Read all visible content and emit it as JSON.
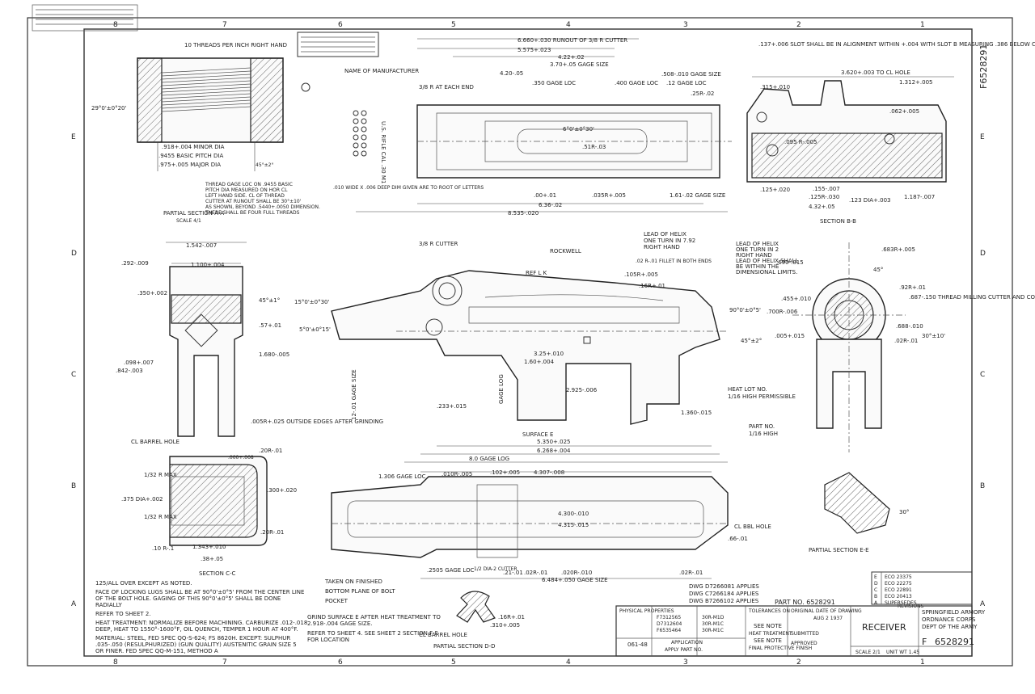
{
  "drawing": {
    "number": "F6528291",
    "title": "RECEIVER",
    "organization": [
      "SPRINGFIELD ARMORY",
      "ORDNANCE CORPS",
      "DEPT OF THE ARMY"
    ],
    "part_no_label": "PART NO. 6528291",
    "tb_number": "6528291",
    "tb_size": "F",
    "tb_scale": "SCALE 2/1",
    "tb_unit_wt": "UNIT WT 1.45"
  },
  "zones": {
    "columns": [
      "8",
      "7",
      "6",
      "5",
      "4",
      "3",
      "2",
      "1"
    ],
    "rows": [
      "E",
      "D",
      "C",
      "B",
      "A"
    ]
  },
  "sections": {
    "aa": [
      "PARTIAL SECTION A-A",
      "SCALE 4/1"
    ],
    "bb": "SECTION B-B",
    "cc": "SECTION C-C",
    "dd": "PARTIAL SECTION D-D",
    "ee": "PARTIAL SECTION E-E"
  },
  "thread_notes": {
    "tpi": "10 THREADS PER INCH RIGHT HAND",
    "minor": ".918+.004 MINOR DIA",
    "pitch": ".9455 BASIC PITCH DIA",
    "major": ".975+.005 MAJOR DIA",
    "angle": "29°0'±0°20'",
    "angle2": "45°±2°",
    "gage": [
      "THREAD GAGE LOC ON .9455 BASIC",
      "PITCH DIA MEASURED ON HOR CL",
      "LEFT HAND SIDE. CL OF THREAD",
      "CUTTER AT RUNOUT SHALL BE 30°±10'",
      "AS SHOWN, BEYOND .5440+.0050 DIMENSION.",
      "THERE SHALL BE FOUR FULL THREADS"
    ]
  },
  "top_view": {
    "d1": "6.660+.030 RUNOUT OF 3/8 R CUTTER",
    "d2": "5.575+.023",
    "d3": "4.22+.02",
    "d4": "3.70+.05 GAGE SIZE",
    "d5": "4.20-.05",
    "d6": ".350 GAGE LOC",
    "d7": ".400 GAGE LOC",
    "d8": ".12 GAGE LOC",
    "d9": ".508-.010 GAGE SIZE",
    "d10": ".25R-.02",
    "d11": "6°0'±0°30'",
    "d12": ".51R-.03",
    "d13": ".00+.01",
    "d14": ".035R+.005",
    "d15": "1.61-.02 GAGE SIZE",
    "d16": "6.36-.02",
    "d17": "8.535-.020",
    "mfr": "NAME OF MANUFACTURER",
    "letters": ".010 WIDE X .006 DEEP DIM GIVEN ARE TO ROOT OF LETTERS",
    "usrifle": "U.S. RIFLE CAL .30 M1",
    "eachend": "3/8 R AT EACH END"
  },
  "bb_view": {
    "d1": ".137+.006 SLOT SHALL BE IN ALIGNMENT WITHIN +.004 WITH SLOT B MEASURING .386 BELOW CL C",
    "d2": "3.620+.003 TO CL HOLE",
    "d3": ".315+.010",
    "d4": "1.312+.005",
    "d5": ".062+.005",
    "d6": ".095 R-.005",
    "d7": ".155-.007",
    "d8": ".125R-.030",
    "d9": ".123 DIA+.003",
    "d10": "1.187-.007",
    "d11": "4.32+.05",
    "d12": ".125+.020"
  },
  "main_view": {
    "cutter": "3/8 R CUTTER",
    "rockwell": "ROCKWELL",
    "lead1": [
      "LEAD OF HELIX",
      "ONE TURN IN 7.92",
      "RIGHT HAND"
    ],
    "fillet": ".02 R-.01 FILLET IN BOTH ENDS",
    "r105": ".105R+.005",
    "r16": ".16R+.01",
    "ref": "REF L K",
    "d1": "3.25+.010",
    "d2": "1.60+.004",
    "d3": "2.925-.006",
    "d4": "1.360-.015",
    "d5": "5.350+.025",
    "d6": "6.268+.004",
    "d7": "8.0 GAGE LOG",
    "d8": "12-.01 GAGE SIZE",
    "surface": "SURFACE E",
    "heatlot": [
      "HEAT LOT NO.",
      "1/16 HIGH PERMISSIBLE"
    ],
    "partno": [
      "PART NO.",
      "1/16 HIGH"
    ],
    "ang1": "15°0'±0°30'",
    "ang2": "5°0'±0°15'",
    "ang3": "90°0'±0°5'",
    "ang4": "45°±2°",
    "gagelog": "GAGE LOG",
    "d233": ".233+.015"
  },
  "side_view": {
    "lead2": [
      "LEAD OF HELIX",
      "ONE TURN IN 2",
      "RIGHT HAND",
      "LEAD OF HELIX SHALL",
      "BE WITHIN THE",
      "DIMENSIONAL LIMITS."
    ],
    "d1": ".690-.015",
    "d2": ".683R+.005",
    "d3": ".92R+.01",
    "d4": ".687-.150 THREAD MILLING CUTTER AND COUNTERBORE",
    "d5": ".688-.010",
    "d6": ".700R-.006",
    "d7": ".455+.010",
    "d8": ".005+.015",
    "d9": ".02R-.01",
    "ang": "30°±10'",
    "ang45": "45°"
  },
  "cc_view": {
    "d1": "1.542-.007",
    "d2": "1.100+.004",
    "d3": ".292-.009",
    "d4": ".350+.002",
    "d5": ".57+.01",
    "d6": "1.680-.005",
    "d7": ".098+.007",
    "d8": ".842-.003",
    "d9": ".005R+.025 OUTSIDE EDGES AFTER GRINDING",
    "barrel": "CL BARREL HOLE",
    "ang": "45°±1°",
    "d10": ".20R-.01",
    "d11": ".000+.008",
    "d12": ".300+.020",
    "d13": ".375 DIA+.002",
    "d14": "1.343+.010",
    "d15": ".38+.05",
    "d16": ".10 R-.1",
    "max": "1/32 R MAX"
  },
  "lower_view": {
    "d1": "1.306 GAGE LOC",
    "d2": ".010R-.005",
    "d3": ".102+.005",
    "d4": "4.307-.008",
    "d5": "4.300-.010",
    "d6": "4.315-.015",
    "d7": ".66-.01",
    "d8": "6.484+.050 GAGE SIZE",
    "d9": ".2505 GAGE LOC",
    "d10": ".21-.01",
    "d11": ".02R-.01",
    "d12": ".020R-.010",
    "d13": ".02R-.01",
    "bbl": "CL BBL HOLE",
    "cutter": "1/2 DIA-2 CUTTER",
    "taken": [
      "TAKEN ON FINISHED",
      "BOTTOM PLANE OF BOLT",
      "POCKET"
    ]
  },
  "dd_view": {
    "d1": ".16R+.01",
    "d2": ".310+.005",
    "barrel": "CL BARREL HOLE"
  },
  "ee_view": {
    "ang": "30°"
  },
  "notes": [
    "125/ALL OVER EXCEPT AS NOTED.",
    "FACE OF LOCKING LUGS SHALL BE AT 90°0'±0°5' FROM THE CENTER LINE OF THE BOLT HOLE. GAGING OF THIS 90°0'±0°5' SHALL BE DONE RADIALLY",
    "REFER TO SHEET 2.",
    "HEAT TREATMENT: NORMALIZE BEFORE MACHINING. CARBURIZE .012-.018 DEEP, HEAT TO 1550°-1600°F, OIL QUENCH, TEMPER 1 HOUR AT 400°F.",
    "MATERIAL: STEEL, FED SPEC QQ-S-624; FS 8620H. EXCEPT: SULPHUR .035-.050 (RESULPHURIZED) (GUN QUALITY) AUSTENITIC GRAIN SIZE 5 OR FINER. FED SPEC QQ-M-151, METHOD A"
  ],
  "notes2": [
    "GRIND SURFACE E AFTER HEAT TREATMENT TO 2.918-.004 GAGE SIZE.",
    "REFER TO SHEET 4. SEE SHEET 2 SECTION F-F FOR LOCATION"
  ],
  "applies": [
    "DWG D7266081 APPLIES",
    "DWG C7266184 APPLIES",
    "DWG B7266102 APPLIES"
  ],
  "revisions": {
    "label": "REVISIONS",
    "rows": [
      {
        "ltr": "E",
        "text": "ECO 23375"
      },
      {
        "ltr": "D",
        "text": "ECO 22275"
      },
      {
        "ltr": "C",
        "text": "ECO 22891"
      },
      {
        "ltr": "B",
        "text": "ECO 20413"
      },
      {
        "ltr": "A",
        "text": "SUPERSEDES"
      }
    ]
  },
  "title_block": {
    "physical": "PHYSICAL PROPERTIES",
    "parts": [
      "F7312565",
      "D7312604",
      "F6535464",
      "30R-M1D",
      "30R-M1C",
      "30R-M1C"
    ],
    "application": "APPLICATION",
    "apply_part": "APPLY PART NO.",
    "code": "061-48",
    "tolerances": "TOLERANCES ON",
    "see_note": "SEE NOTE",
    "heat_treat": "HEAT TREATMENT",
    "see_note2": "SEE NOTE",
    "finish": "FINAL PROTECTIVE FINISH",
    "original_date": "ORIGINAL DATE OF DRAWING",
    "date": "AUG 2 1937",
    "approved": "APPROVED",
    "submitted": "SUBMITTED"
  }
}
